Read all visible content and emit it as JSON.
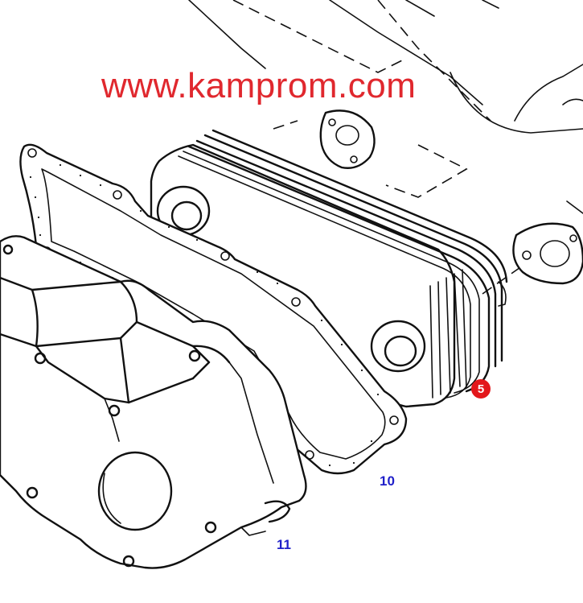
{
  "watermark": {
    "text": "www.kamprom.com",
    "color": "#e0282e"
  },
  "callouts": [
    {
      "id": "cooler",
      "label": "5",
      "style": "red-badge",
      "color": "#e3171b"
    },
    {
      "id": "gasket",
      "label": "10",
      "style": "blue-text",
      "color": "#1f1fc9"
    },
    {
      "id": "cover",
      "label": "11",
      "style": "blue-text",
      "color": "#1f1fc9"
    }
  ]
}
